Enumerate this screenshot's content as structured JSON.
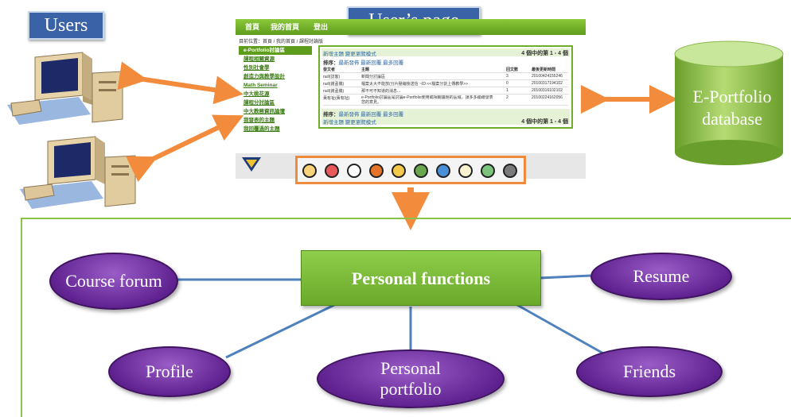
{
  "labels": {
    "users": "Users",
    "users_page": "User’s page",
    "database": "E-Portfolio database"
  },
  "screenshot": {
    "nav": [
      "首頁",
      "我的首頁",
      "登出"
    ],
    "breadcrumb": "目前位置：首頁 / 我的首頁 / 課程討論版",
    "sidebar": [
      "e-Portfolio討論區",
      "課程相關資源",
      "性別社會學",
      "創造力與教學設計",
      "Math Seminar",
      "中大桃花源",
      "課程分討論區",
      "中大教務資訊論壇",
      "我發表的主題",
      "我回覆過的主題"
    ],
    "panel": {
      "actions": "新增主題  變更瀏覽模式",
      "sort_label": "排序：",
      "sort_options": "最新發佈  最新回覆  最多回覆",
      "count": "4 個中的第 1 - 4 個",
      "columns": [
        "發文者",
        "主題",
        "回文數",
        "最後更新時間"
      ],
      "rows": [
        [
          "null(訪客)",
          "新聞分討論區",
          "3",
          "20100424155246"
        ],
        [
          "null(謝孟儀)",
          "檔案太大不能放(分片壓縮後送信 ~ID:<<檔案分割上傳教學>>",
          "0",
          "20100317194102"
        ],
        [
          "null(謝孟儀)",
          "那不可不知道的消息...",
          "1",
          "20100316102102"
        ],
        [
          "黃有祉(黃有祉)",
          "e-Portfolio討論區是討論e-Portfolio使用或相關議題的區域，請多多踴躍發表您的意見。",
          "2",
          "20100224162056"
        ]
      ]
    },
    "icons": [
      "icon-1",
      "icon-2",
      "icon-3",
      "icon-4",
      "icon-5",
      "icon-6",
      "icon-7",
      "icon-8",
      "icon-9",
      "icon-10"
    ]
  },
  "diagram": {
    "center": "Personal functions",
    "nodes": {
      "course_forum": "Course forum",
      "resume": "Resume",
      "profile": "Profile",
      "personal_portfolio": "Personal portfolio",
      "friends": "Friends"
    }
  },
  "colors": {
    "arrow": "#f28c3c",
    "center_green": "#7ab83a",
    "oval_purple": "#6a2a9a",
    "db_green": "#8bc34a",
    "tag_blue": "#3a62a6"
  }
}
